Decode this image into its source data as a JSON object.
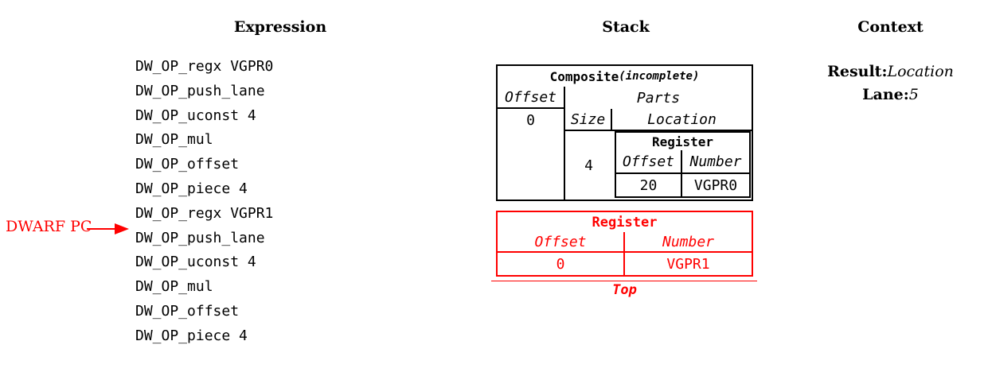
{
  "columns": {
    "expression": {
      "title": "Expression"
    },
    "stack": {
      "title": "Stack"
    },
    "context": {
      "title": "Context"
    }
  },
  "expression": {
    "opcodes": [
      "DW_OP_regx VGPR0",
      "DW_OP_push_lane",
      "DW_OP_uconst 4",
      "DW_OP_mul",
      "DW_OP_offset",
      "DW_OP_piece 4",
      "DW_OP_regx VGPR1",
      "DW_OP_push_lane",
      "DW_OP_uconst 4",
      "DW_OP_mul",
      "DW_OP_offset",
      "DW_OP_piece 4"
    ],
    "pc_label": "DWARF PC",
    "pc_target_index": 7,
    "pc_color": "#ff0000"
  },
  "stack": {
    "composite": {
      "title": "Composite",
      "title_note": "(incomplete)",
      "offset_header": "Offset",
      "offset_value": "0",
      "parts_header": "Parts",
      "size_header": "Size",
      "size_value": "4",
      "location_header": "Location",
      "register": {
        "title": "Register",
        "offset_header": "Offset",
        "offset_value": "20",
        "number_header": "Number",
        "number_value": "VGPR0"
      }
    },
    "top_entry": {
      "title": "Register",
      "offset_header": "Offset",
      "offset_value": "0",
      "number_header": "Number",
      "number_value": "VGPR1",
      "accent_color": "#ff0000"
    },
    "top_marker": "Top"
  },
  "context": {
    "result_label": "Result:",
    "result_value": "Location",
    "lane_label": "Lane:",
    "lane_value": "5"
  }
}
